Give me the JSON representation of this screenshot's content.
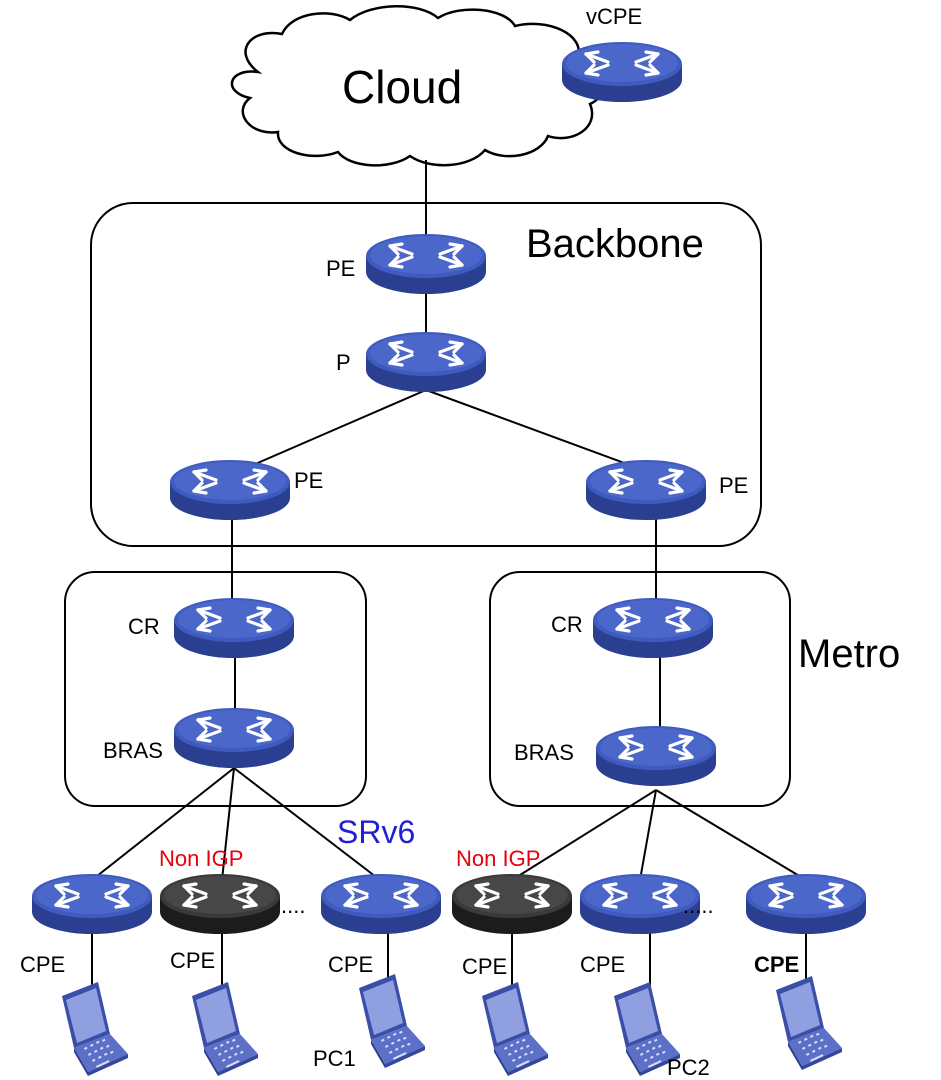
{
  "cloud": {
    "label": "Cloud"
  },
  "vcpe": {
    "label": "vCPE"
  },
  "regions": {
    "backbone": "Backbone",
    "metro": "Metro"
  },
  "backbone": {
    "pe_top": "PE",
    "p": "P",
    "pe_left": "PE",
    "pe_right": "PE"
  },
  "metro_left": {
    "cr": "CR",
    "bras": "BRAS"
  },
  "metro_right": {
    "cr": "CR",
    "bras": "BRAS"
  },
  "access": {
    "srv6": "SRv6",
    "non_igp_left": "Non IGP",
    "non_igp_right": "Non IGP",
    "ellipsis_left": "....",
    "ellipsis_right": ".....",
    "cpe1": "CPE",
    "cpe2": "CPE",
    "cpe3": "CPE",
    "cpe4": "CPE",
    "cpe5": "CPE",
    "cpe6": "CPE",
    "pc1": "PC1",
    "pc2": "PC2"
  },
  "colors": {
    "router_blue": "#3a55b0",
    "router_dark": "#2a3f8f",
    "router_black": "#3a3a3a",
    "router_black_dark": "#1c1c1c",
    "laptop_blue": "#4a5fc0",
    "non_igp_text": "#e8000b",
    "srv6_text": "#1f1fd6"
  }
}
